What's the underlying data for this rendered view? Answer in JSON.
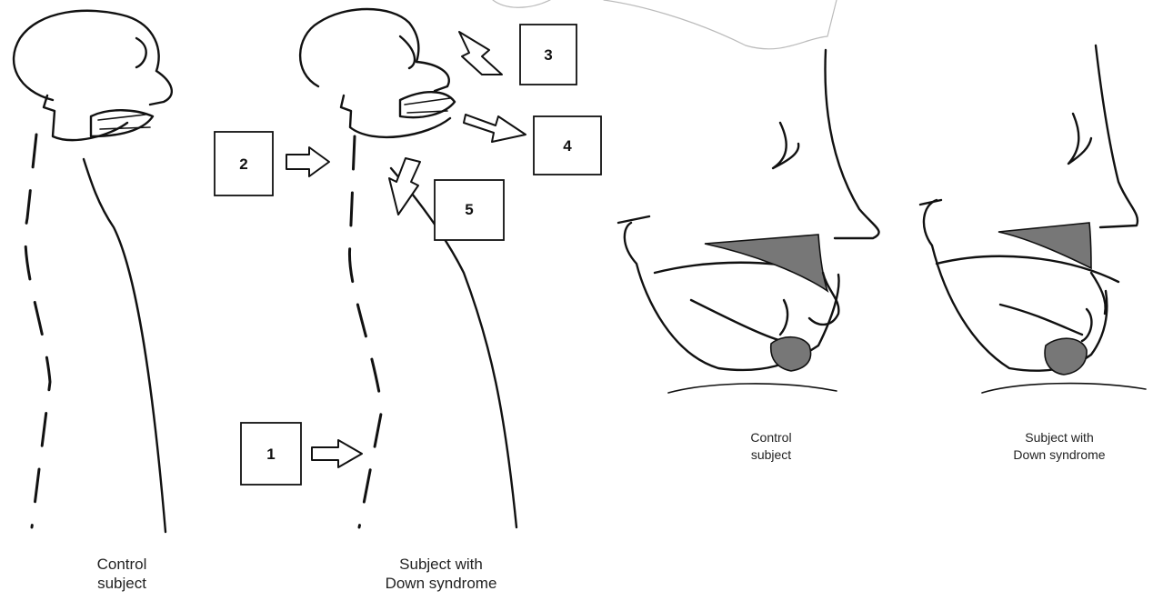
{
  "panels": [
    {
      "caption_line1": "Control",
      "caption_line2": "subject"
    },
    {
      "caption_line1": "Subject with",
      "caption_line2": "Down syndrome"
    },
    {
      "caption_line1": "Control",
      "caption_line2": "subject"
    },
    {
      "caption_line1": "Subject with",
      "caption_line2": "Down syndrome"
    }
  ],
  "markers": [
    "1",
    "2",
    "3",
    "4",
    "5"
  ]
}
